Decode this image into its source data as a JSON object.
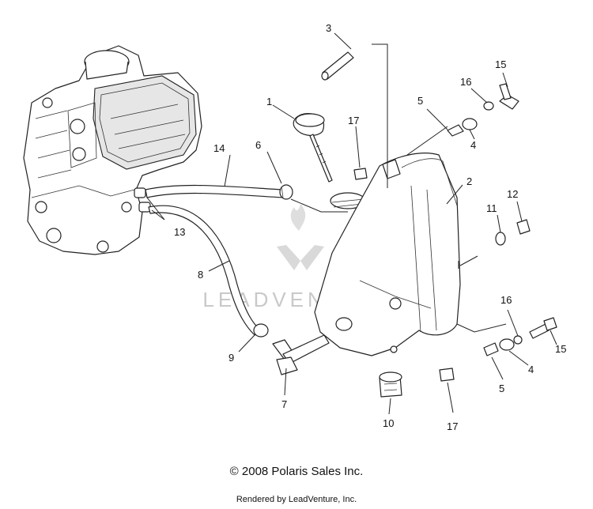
{
  "diagram": {
    "callouts": [
      {
        "id": "c1",
        "text": "1"
      },
      {
        "id": "c2",
        "text": "2"
      },
      {
        "id": "c3",
        "text": "3"
      },
      {
        "id": "c4a",
        "text": "4"
      },
      {
        "id": "c4b",
        "text": "4"
      },
      {
        "id": "c5a",
        "text": "5"
      },
      {
        "id": "c5b",
        "text": "5"
      },
      {
        "id": "c6",
        "text": "6"
      },
      {
        "id": "c7",
        "text": "7"
      },
      {
        "id": "c8",
        "text": "8"
      },
      {
        "id": "c9",
        "text": "9"
      },
      {
        "id": "c10",
        "text": "10"
      },
      {
        "id": "c11",
        "text": "11"
      },
      {
        "id": "c12",
        "text": "12"
      },
      {
        "id": "c13",
        "text": "13"
      },
      {
        "id": "c14",
        "text": "14"
      },
      {
        "id": "c15a",
        "text": "15"
      },
      {
        "id": "c15b",
        "text": "15"
      },
      {
        "id": "c16a",
        "text": "16"
      },
      {
        "id": "c16b",
        "text": "16"
      },
      {
        "id": "c17a",
        "text": "17"
      },
      {
        "id": "c17b",
        "text": "17"
      }
    ],
    "watermark": "LEADVENTURE"
  },
  "footer": {
    "copyright": "© 2008 Polaris Sales Inc.",
    "rendered_by": "Rendered by LeadVenture, Inc."
  }
}
